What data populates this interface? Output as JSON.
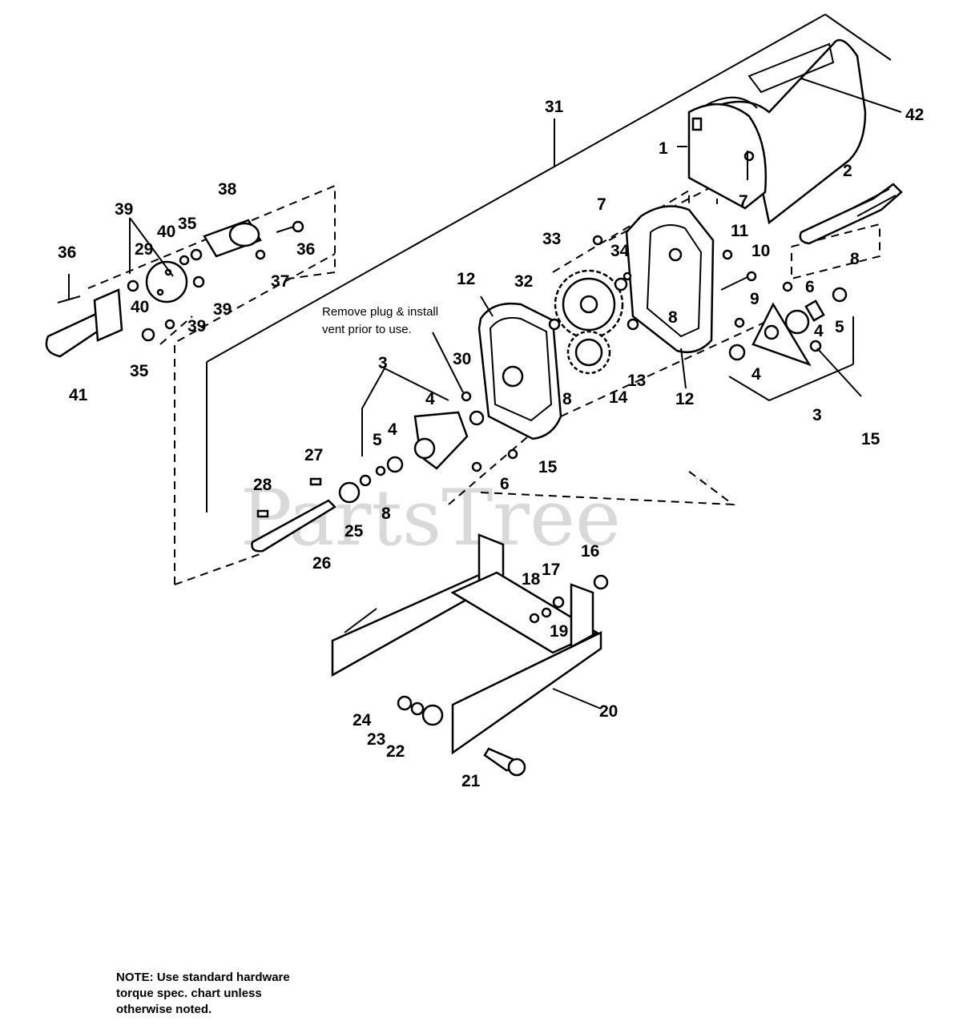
{
  "watermark": {
    "brand": "PartsTree",
    "trademark": "TM"
  },
  "instruction": {
    "line1": "Remove plug & install",
    "line2": "vent prior to use."
  },
  "note": {
    "line1": "NOTE: Use standard hardware",
    "line2": "torque spec. chart unless",
    "line3": "otherwise noted."
  },
  "callouts": [
    "31",
    "42",
    "1",
    "2",
    "7",
    "7",
    "11",
    "10",
    "8",
    "6",
    "38",
    "39",
    "35",
    "40",
    "36",
    "33",
    "34",
    "29",
    "37",
    "36",
    "32",
    "12",
    "9",
    "4",
    "5",
    "39",
    "41",
    "40",
    "39",
    "35",
    "30",
    "13",
    "14",
    "12",
    "4",
    "3",
    "15",
    "3",
    "4",
    "8",
    "8",
    "5",
    "4",
    "6",
    "15",
    "27",
    "28",
    "25",
    "8",
    "26",
    "16",
    "18",
    "17",
    "19",
    "20",
    "24",
    "23",
    "22",
    "21"
  ]
}
